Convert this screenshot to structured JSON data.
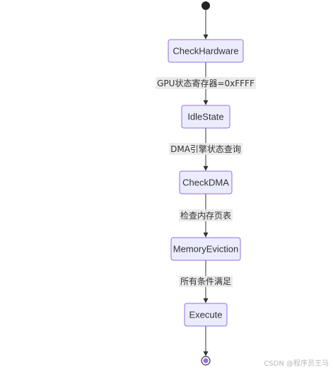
{
  "colors": {
    "state_fill": "#ECECFF",
    "state_stroke": "#9370DB",
    "edge": "#333333",
    "label_bg": "#e8e8e8",
    "start_dot": "#222222",
    "end_inner": "#9370DB"
  },
  "states": [
    {
      "id": "check-hardware",
      "label": "CheckHardware"
    },
    {
      "id": "idle-state",
      "label": "IdleState"
    },
    {
      "id": "check-dma",
      "label": "CheckDMA"
    },
    {
      "id": "memory-eviction",
      "label": "MemoryEviction"
    },
    {
      "id": "execute",
      "label": "Execute"
    }
  ],
  "transitions": [
    {
      "from": "start",
      "to": "check-hardware",
      "label": ""
    },
    {
      "from": "check-hardware",
      "to": "idle-state",
      "label": "GPU状态寄存器=0xFFFF"
    },
    {
      "from": "idle-state",
      "to": "check-dma",
      "label": "DMA引擎状态查询"
    },
    {
      "from": "check-dma",
      "to": "memory-eviction",
      "label": "检查内存页表"
    },
    {
      "from": "memory-eviction",
      "to": "execute",
      "label": "所有条件满足"
    },
    {
      "from": "execute",
      "to": "end",
      "label": ""
    }
  ],
  "watermark": "CSDN @程序员王马"
}
